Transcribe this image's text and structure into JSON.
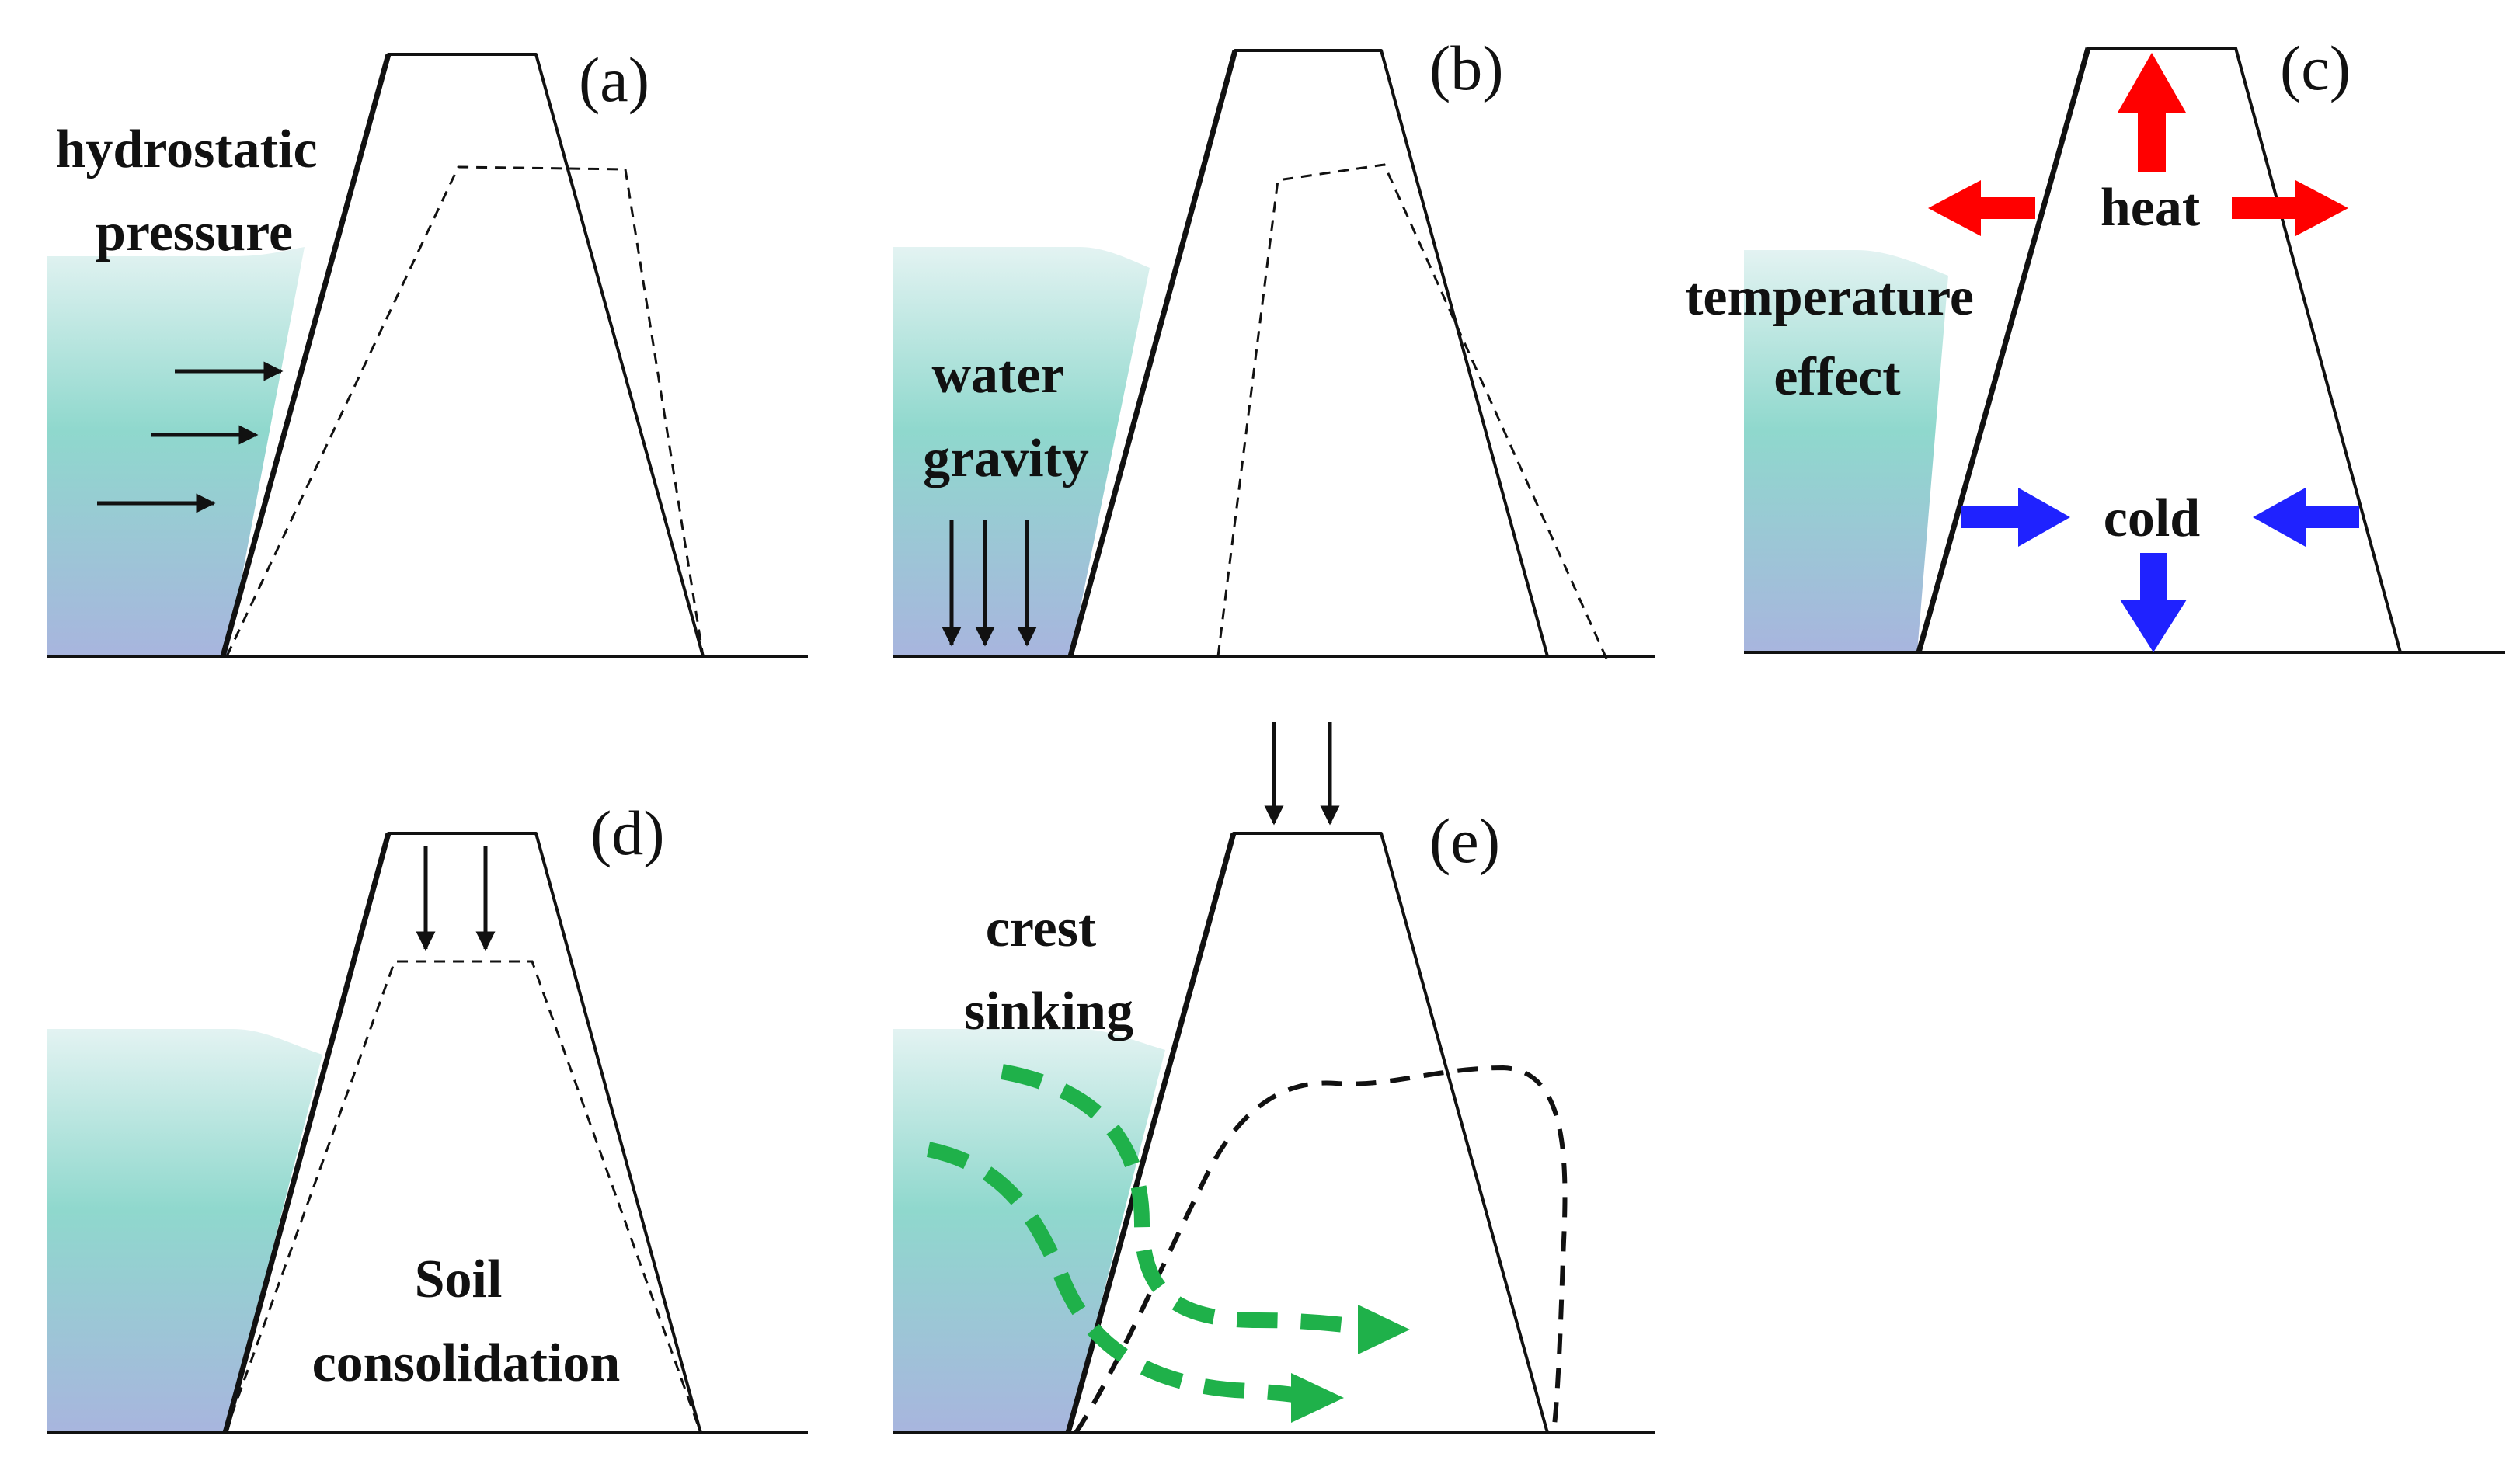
{
  "panels": {
    "a": {
      "letter": "(a)",
      "label_line1": "hydrostatic",
      "label_line2": "pressure"
    },
    "b": {
      "letter": "(b)",
      "label_line1": "water",
      "label_line2": "gravity"
    },
    "c": {
      "letter": "(c)",
      "label_line1": "temperature",
      "label_line2": "effect",
      "heat_label": "heat",
      "cold_label": "cold"
    },
    "d": {
      "letter": "(d)",
      "label_line1": "Soil",
      "label_line2": "consolidation"
    },
    "e": {
      "letter": "(e)",
      "label_line1": "crest",
      "label_line2": "sinking"
    }
  },
  "colors": {
    "outline": "#111111",
    "water_top": "#dff2f1",
    "water_mid": "#86d7cc",
    "water_bottom": "#a9b6dd",
    "heat_arrow": "#ff0000",
    "cold_arrow": "#1f22ff",
    "seepage_arrow": "#1fb14a"
  }
}
